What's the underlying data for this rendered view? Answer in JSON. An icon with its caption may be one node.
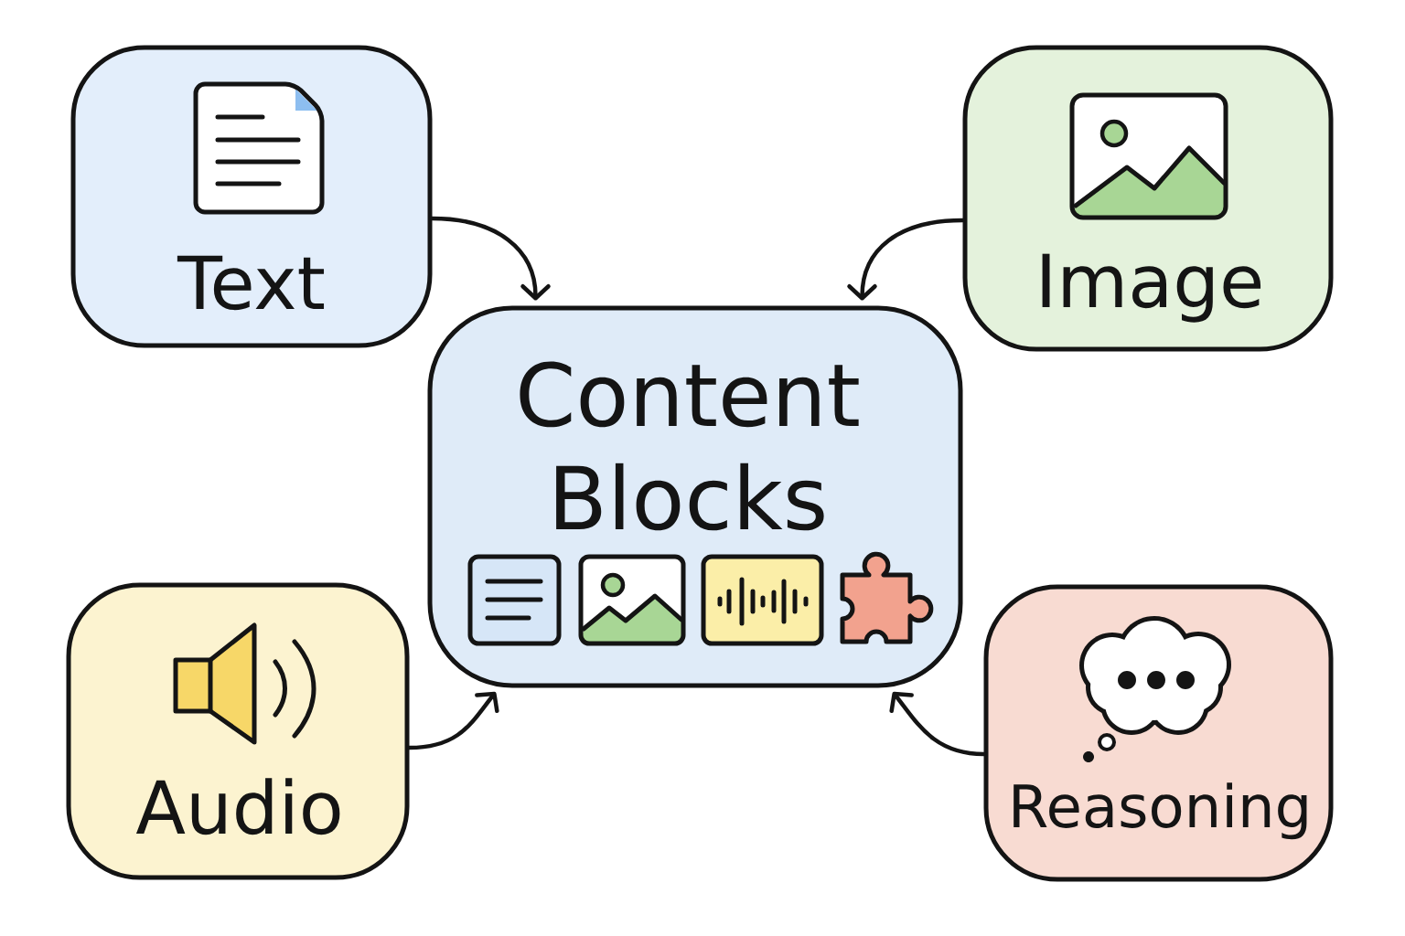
{
  "diagram": {
    "nodes": [
      {
        "text": [
          "Text"
        ]
      },
      {
        "text": [
          "Image"
        ]
      },
      {
        "text": [
          "Content Blocks"
        ]
      },
      {
        "text": [
          "Audio"
        ]
      },
      {
        "text": [
          "Reasoning"
        ]
      }
    ],
    "edges": [
      {
        "from": 0,
        "to": 2,
        "arrow": "to"
      },
      {
        "from": 1,
        "to": 2,
        "arrow": "to"
      },
      {
        "from": 3,
        "to": 2,
        "arrow": "to"
      },
      {
        "from": 4,
        "to": 2,
        "arrow": "to"
      }
    ]
  }
}
